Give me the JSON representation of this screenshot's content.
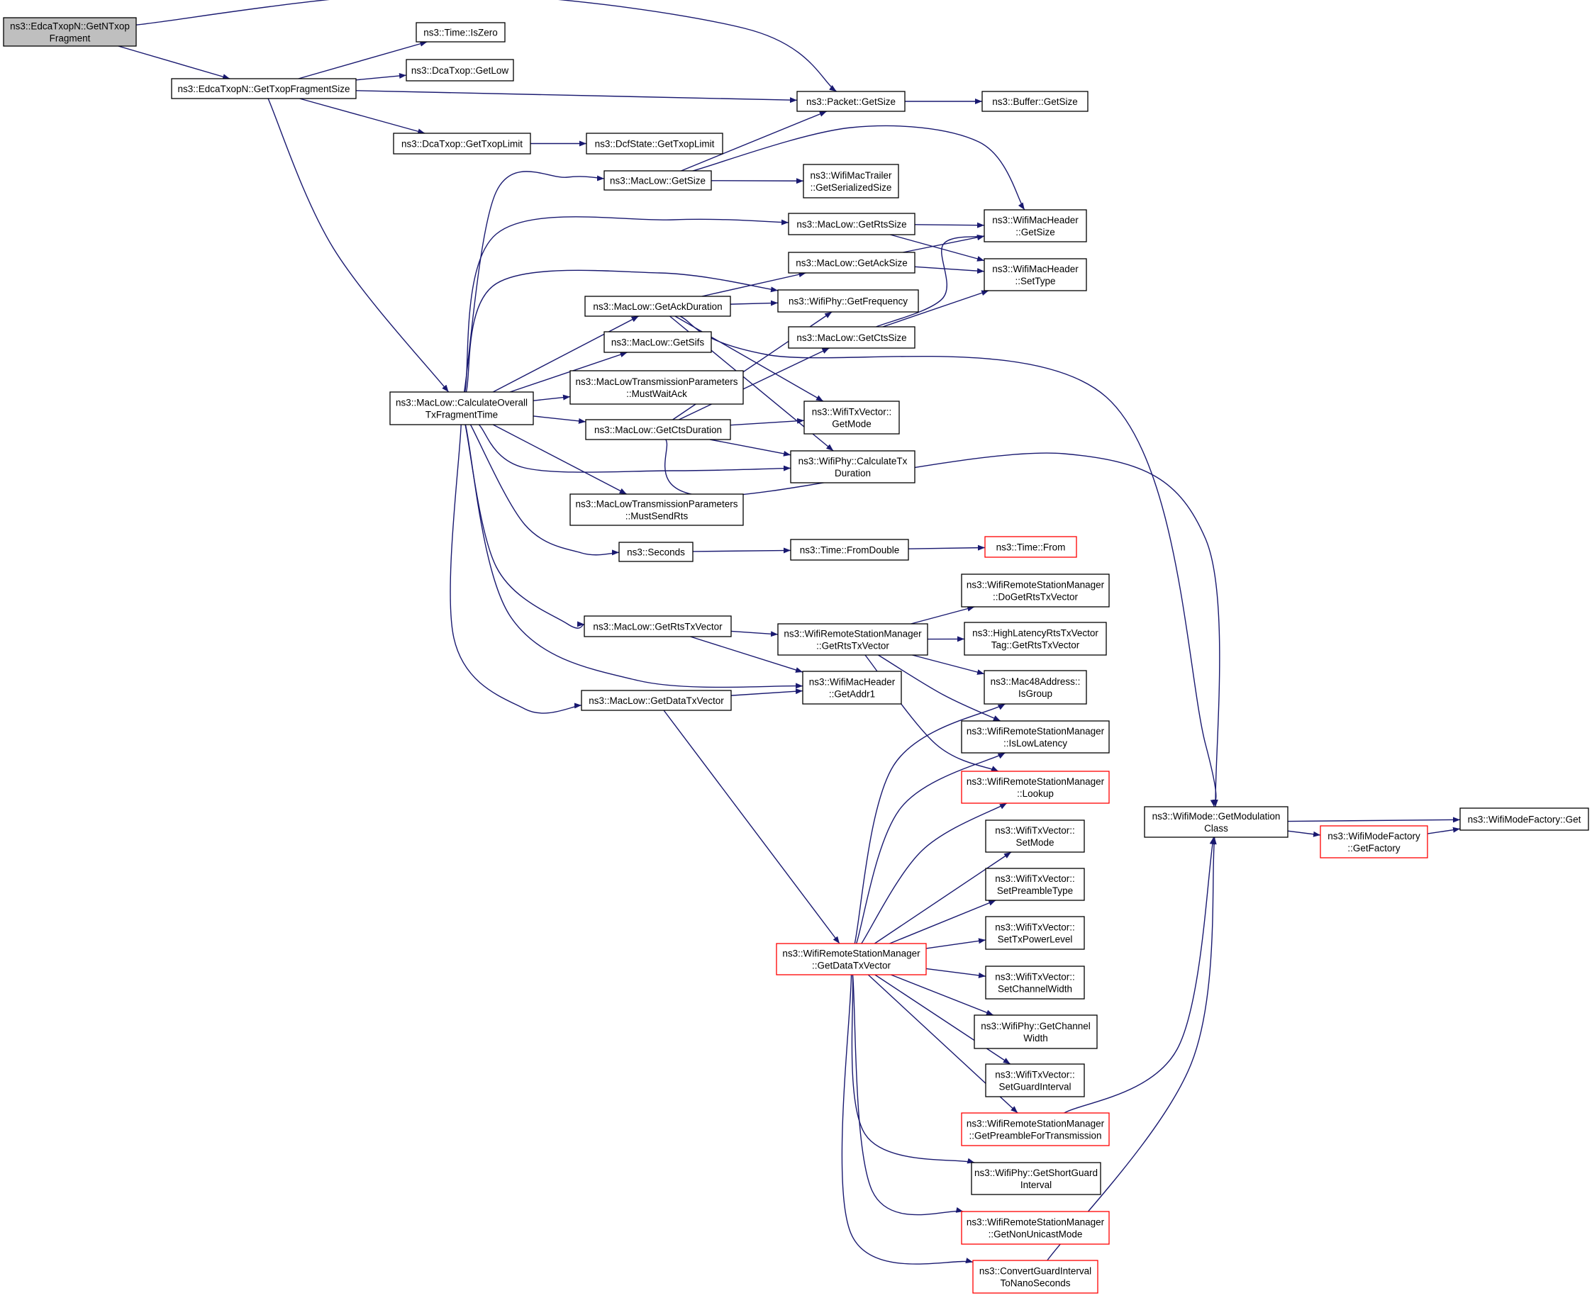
{
  "colors": {
    "edge": "#191970",
    "focus_fill": "#bfbfbf",
    "border": "#000000",
    "truncated_border": "#ff0000"
  },
  "nodes": [
    {
      "id": "root",
      "lines": [
        "ns3::EdcaTxopN::GetNTxop",
        "Fragment"
      ],
      "focus": true
    },
    {
      "id": "getTxopFragmentSize",
      "lines": [
        "ns3::EdcaTxopN::GetTxopFragmentSize"
      ]
    },
    {
      "id": "timeIsZero",
      "lines": [
        "ns3::Time::IsZero"
      ]
    },
    {
      "id": "dcaGetLow",
      "lines": [
        "ns3::DcaTxop::GetLow"
      ]
    },
    {
      "id": "packetGetSize",
      "lines": [
        "ns3::Packet::GetSize"
      ]
    },
    {
      "id": "bufferGetSize",
      "lines": [
        "ns3::Buffer::GetSize"
      ]
    },
    {
      "id": "dcaGetTxopLimit",
      "lines": [
        "ns3::DcaTxop::GetTxopLimit"
      ]
    },
    {
      "id": "dcfGetTxopLimit",
      "lines": [
        "ns3::DcfState::GetTxopLimit"
      ]
    },
    {
      "id": "macLowGetSize",
      "lines": [
        "ns3::MacLow::GetSize"
      ]
    },
    {
      "id": "trailerSize",
      "lines": [
        "ns3::WifiMacTrailer",
        "::GetSerializedSize"
      ]
    },
    {
      "id": "getRtsSize",
      "lines": [
        "ns3::MacLow::GetRtsSize"
      ]
    },
    {
      "id": "hdrGetSize",
      "lines": [
        "ns3::WifiMacHeader",
        "::GetSize"
      ]
    },
    {
      "id": "getAckSize",
      "lines": [
        "ns3::MacLow::GetAckSize"
      ]
    },
    {
      "id": "hdrSetType",
      "lines": [
        "ns3::WifiMacHeader",
        "::SetType"
      ]
    },
    {
      "id": "getAckDuration",
      "lines": [
        "ns3::MacLow::GetAckDuration"
      ]
    },
    {
      "id": "phyGetFrequency",
      "lines": [
        "ns3::WifiPhy::GetFrequency"
      ]
    },
    {
      "id": "getCtsSize",
      "lines": [
        "ns3::MacLow::GetCtsSize"
      ]
    },
    {
      "id": "getSifs",
      "lines": [
        "ns3::MacLow::GetSifs"
      ]
    },
    {
      "id": "calcOverall",
      "lines": [
        "ns3::MacLow::CalculateOverall",
        "TxFragmentTime"
      ]
    },
    {
      "id": "mustWaitAck",
      "lines": [
        "ns3::MacLowTransmissionParameters",
        "::MustWaitAck"
      ]
    },
    {
      "id": "getCtsDuration",
      "lines": [
        "ns3::MacLow::GetCtsDuration"
      ]
    },
    {
      "id": "txvGetMode",
      "lines": [
        "ns3::WifiTxVector::",
        "GetMode"
      ]
    },
    {
      "id": "phyCalcTx",
      "lines": [
        "ns3::WifiPhy::CalculateTx",
        "Duration"
      ]
    },
    {
      "id": "mustSendRts",
      "lines": [
        "ns3::MacLowTransmissionParameters",
        "::MustSendRts"
      ]
    },
    {
      "id": "seconds",
      "lines": [
        "ns3::Seconds"
      ]
    },
    {
      "id": "fromDouble",
      "lines": [
        "ns3::Time::FromDouble"
      ]
    },
    {
      "id": "timeFrom",
      "lines": [
        "ns3::Time::From"
      ],
      "truncated": true
    },
    {
      "id": "doGetRts",
      "lines": [
        "ns3::WifiRemoteStationManager",
        "::DoGetRtsTxVector"
      ]
    },
    {
      "id": "getRtsTxVector",
      "lines": [
        "ns3::MacLow::GetRtsTxVector"
      ]
    },
    {
      "id": "rsmGetRts",
      "lines": [
        "ns3::WifiRemoteStationManager",
        "::GetRtsTxVector"
      ]
    },
    {
      "id": "highLatency",
      "lines": [
        "ns3::HighLatencyRtsTxVector",
        "Tag::GetRtsTxVector"
      ]
    },
    {
      "id": "getAddr1",
      "lines": [
        "ns3::WifiMacHeader",
        "::GetAddr1"
      ]
    },
    {
      "id": "isGroup",
      "lines": [
        "ns3::Mac48Address::",
        "IsGroup"
      ]
    },
    {
      "id": "getDataTxVector",
      "lines": [
        "ns3::MacLow::GetDataTxVector"
      ]
    },
    {
      "id": "isLowLatency",
      "lines": [
        "ns3::WifiRemoteStationManager",
        "::IsLowLatency"
      ]
    },
    {
      "id": "lookup",
      "lines": [
        "ns3::WifiRemoteStationManager",
        "::Lookup"
      ],
      "truncated": true
    },
    {
      "id": "getModClass",
      "lines": [
        "ns3::WifiMode::GetModulation",
        "Class"
      ]
    },
    {
      "id": "modeFactoryGet",
      "lines": [
        "ns3::WifiModeFactory::Get"
      ]
    },
    {
      "id": "getFactory",
      "lines": [
        "ns3::WifiModeFactory",
        "::GetFactory"
      ],
      "truncated": true
    },
    {
      "id": "setMode",
      "lines": [
        "ns3::WifiTxVector::",
        "SetMode"
      ]
    },
    {
      "id": "setPreamble",
      "lines": [
        "ns3::WifiTxVector::",
        "SetPreambleType"
      ]
    },
    {
      "id": "setTxPower",
      "lines": [
        "ns3::WifiTxVector::",
        "SetTxPowerLevel"
      ]
    },
    {
      "id": "rsmGetData",
      "lines": [
        "ns3::WifiRemoteStationManager",
        "::GetDataTxVector"
      ],
      "truncated": true
    },
    {
      "id": "setChanWidth",
      "lines": [
        "ns3::WifiTxVector::",
        "SetChannelWidth"
      ]
    },
    {
      "id": "phyChanWidth",
      "lines": [
        "ns3::WifiPhy::GetChannel",
        "Width"
      ]
    },
    {
      "id": "setGuard",
      "lines": [
        "ns3::WifiTxVector::",
        "SetGuardInterval"
      ]
    },
    {
      "id": "preambleForTx",
      "lines": [
        "ns3::WifiRemoteStationManager",
        "::GetPreambleForTransmission"
      ],
      "truncated": true
    },
    {
      "id": "shortGuard",
      "lines": [
        "ns3::WifiPhy::GetShortGuard",
        "Interval"
      ]
    },
    {
      "id": "nonUnicast",
      "lines": [
        "ns3::WifiRemoteStationManager",
        "::GetNonUnicastMode"
      ],
      "truncated": true
    },
    {
      "id": "convertGuard",
      "lines": [
        "ns3::ConvertGuardInterval",
        "ToNanoSeconds"
      ],
      "truncated": true
    }
  ],
  "edges": [
    [
      "root",
      "getTxopFragmentSize"
    ],
    [
      "root",
      "packetGetSize"
    ],
    [
      "getTxopFragmentSize",
      "timeIsZero"
    ],
    [
      "getTxopFragmentSize",
      "dcaGetLow"
    ],
    [
      "getTxopFragmentSize",
      "packetGetSize"
    ],
    [
      "getTxopFragmentSize",
      "dcaGetTxopLimit"
    ],
    [
      "getTxopFragmentSize",
      "calcOverall"
    ],
    [
      "packetGetSize",
      "bufferGetSize"
    ],
    [
      "dcaGetTxopLimit",
      "dcfGetTxopLimit"
    ],
    [
      "macLowGetSize",
      "packetGetSize"
    ],
    [
      "macLowGetSize",
      "hdrGetSize"
    ],
    [
      "macLowGetSize",
      "trailerSize"
    ],
    [
      "getRtsSize",
      "hdrGetSize"
    ],
    [
      "getRtsSize",
      "hdrSetType"
    ],
    [
      "getAckSize",
      "hdrGetSize"
    ],
    [
      "getAckSize",
      "hdrSetType"
    ],
    [
      "getCtsSize",
      "hdrGetSize"
    ],
    [
      "getCtsSize",
      "hdrSetType"
    ],
    [
      "getAckDuration",
      "getAckSize"
    ],
    [
      "getAckDuration",
      "phyGetFrequency"
    ],
    [
      "getAckDuration",
      "txvGetMode"
    ],
    [
      "getAckDuration",
      "phyCalcTx"
    ],
    [
      "getAckDuration",
      "getModClass"
    ],
    [
      "calcOverall",
      "macLowGetSize"
    ],
    [
      "calcOverall",
      "getRtsSize"
    ],
    [
      "calcOverall",
      "phyGetFrequency"
    ],
    [
      "calcOverall",
      "getAckDuration"
    ],
    [
      "calcOverall",
      "getSifs"
    ],
    [
      "calcOverall",
      "mustWaitAck"
    ],
    [
      "calcOverall",
      "getCtsDuration"
    ],
    [
      "calcOverall",
      "phyCalcTx"
    ],
    [
      "calcOverall",
      "mustSendRts"
    ],
    [
      "calcOverall",
      "seconds"
    ],
    [
      "calcOverall",
      "getRtsTxVector"
    ],
    [
      "calcOverall",
      "getAddr1"
    ],
    [
      "calcOverall",
      "getDataTxVector"
    ],
    [
      "getCtsDuration",
      "getCtsSize"
    ],
    [
      "getCtsDuration",
      "phyGetFrequency"
    ],
    [
      "getCtsDuration",
      "txvGetMode"
    ],
    [
      "getCtsDuration",
      "phyCalcTx"
    ],
    [
      "getCtsDuration",
      "getModClass"
    ],
    [
      "seconds",
      "fromDouble"
    ],
    [
      "fromDouble",
      "timeFrom"
    ],
    [
      "getRtsTxVector",
      "rsmGetRts"
    ],
    [
      "getRtsTxVector",
      "getAddr1"
    ],
    [
      "rsmGetRts",
      "doGetRts"
    ],
    [
      "rsmGetRts",
      "highLatency"
    ],
    [
      "rsmGetRts",
      "isGroup"
    ],
    [
      "rsmGetRts",
      "isLowLatency"
    ],
    [
      "rsmGetRts",
      "lookup"
    ],
    [
      "getDataTxVector",
      "getAddr1"
    ],
    [
      "getDataTxVector",
      "rsmGetData"
    ],
    [
      "rsmGetData",
      "isGroup"
    ],
    [
      "rsmGetData",
      "isLowLatency"
    ],
    [
      "rsmGetData",
      "lookup"
    ],
    [
      "rsmGetData",
      "setMode"
    ],
    [
      "rsmGetData",
      "setPreamble"
    ],
    [
      "rsmGetData",
      "setTxPower"
    ],
    [
      "rsmGetData",
      "setChanWidth"
    ],
    [
      "rsmGetData",
      "phyChanWidth"
    ],
    [
      "rsmGetData",
      "setGuard"
    ],
    [
      "rsmGetData",
      "preambleForTx"
    ],
    [
      "rsmGetData",
      "shortGuard"
    ],
    [
      "rsmGetData",
      "nonUnicast"
    ],
    [
      "rsmGetData",
      "convertGuard"
    ],
    [
      "preambleForTx",
      "getModClass"
    ],
    [
      "convertGuard",
      "getModClass"
    ],
    [
      "getModClass",
      "modeFactoryGet"
    ],
    [
      "getModClass",
      "getFactory"
    ],
    [
      "getFactory",
      "modeFactoryGet"
    ]
  ]
}
